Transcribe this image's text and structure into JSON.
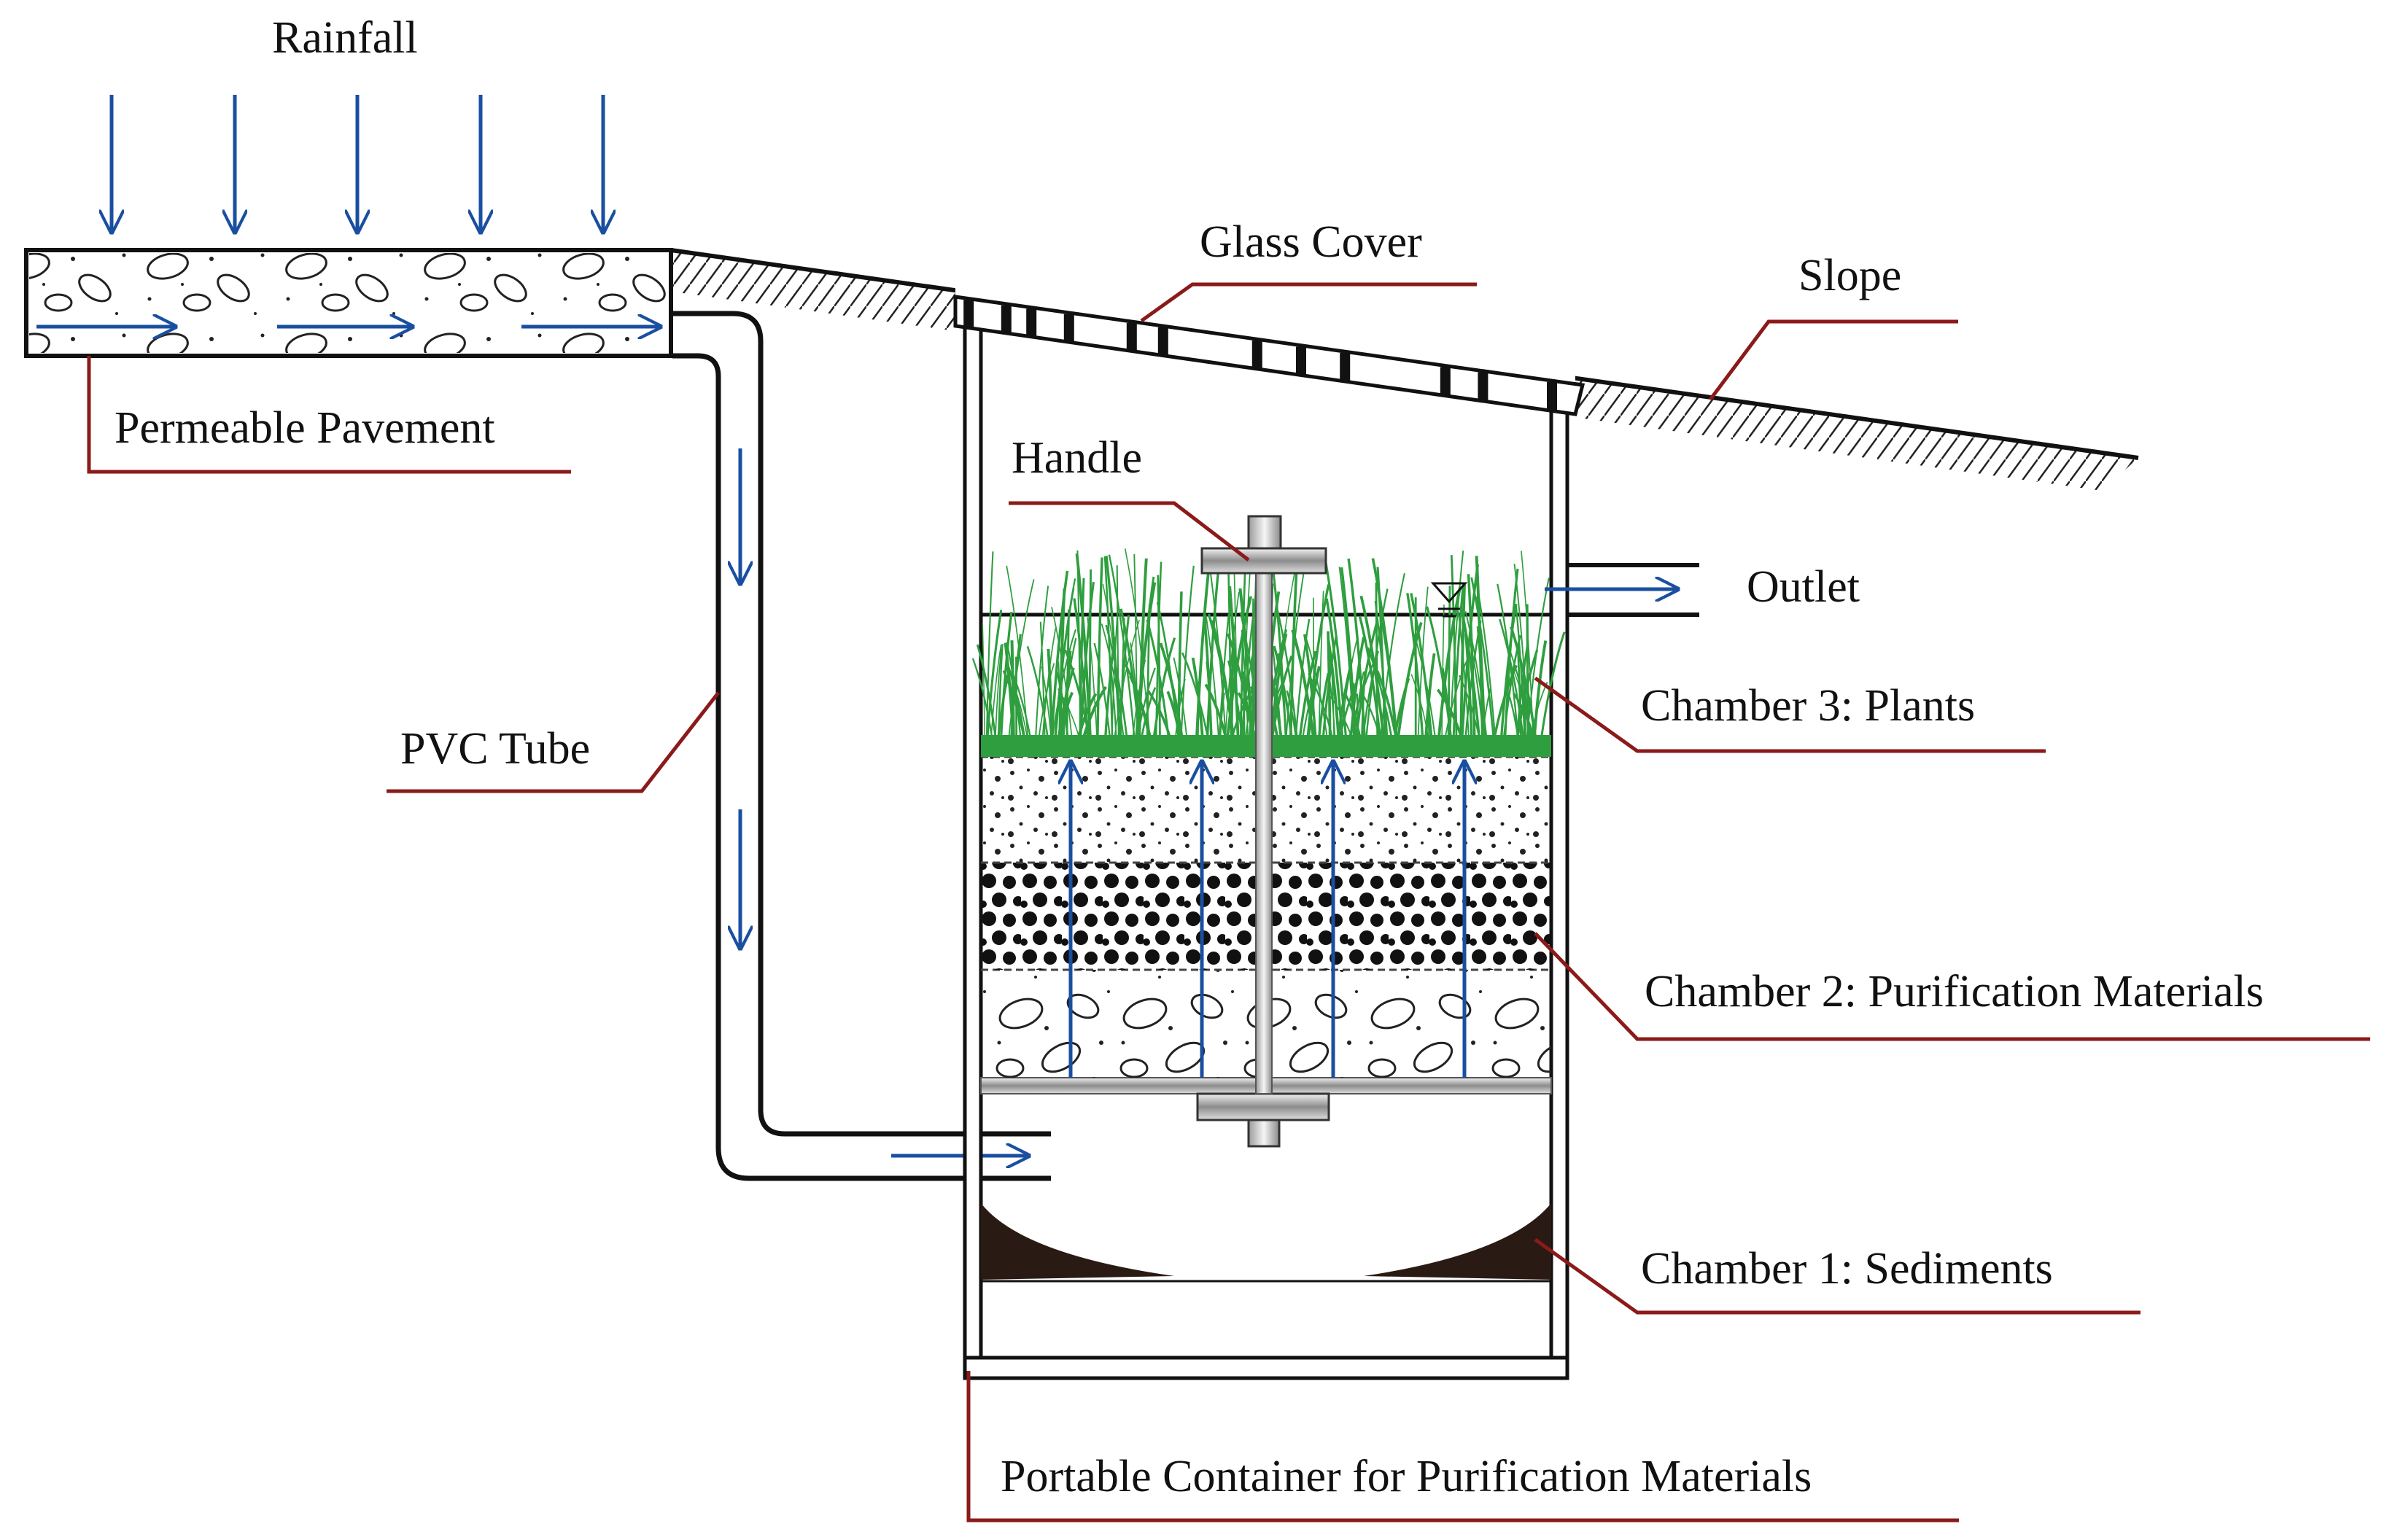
{
  "labels": {
    "rainfall": "Rainfall",
    "permeable_pavement": "Permeable Pavement",
    "pvc_tube": "PVC Tube",
    "glass_cover": "Glass Cover",
    "slope": "Slope",
    "handle": "Handle",
    "outlet": "Outlet",
    "chamber3": "Chamber 3: Plants",
    "chamber2": "Chamber 2: Purification Materials",
    "chamber1": "Chamber 1: Sediments",
    "container": "Portable Container for Purification Materials"
  },
  "colors": {
    "flow_arrow": "#1a4fa0",
    "leader_line": "#8b1a1a",
    "grass": "#2e9e3e",
    "sediment": "#2a1a14",
    "outline": "#111111"
  }
}
